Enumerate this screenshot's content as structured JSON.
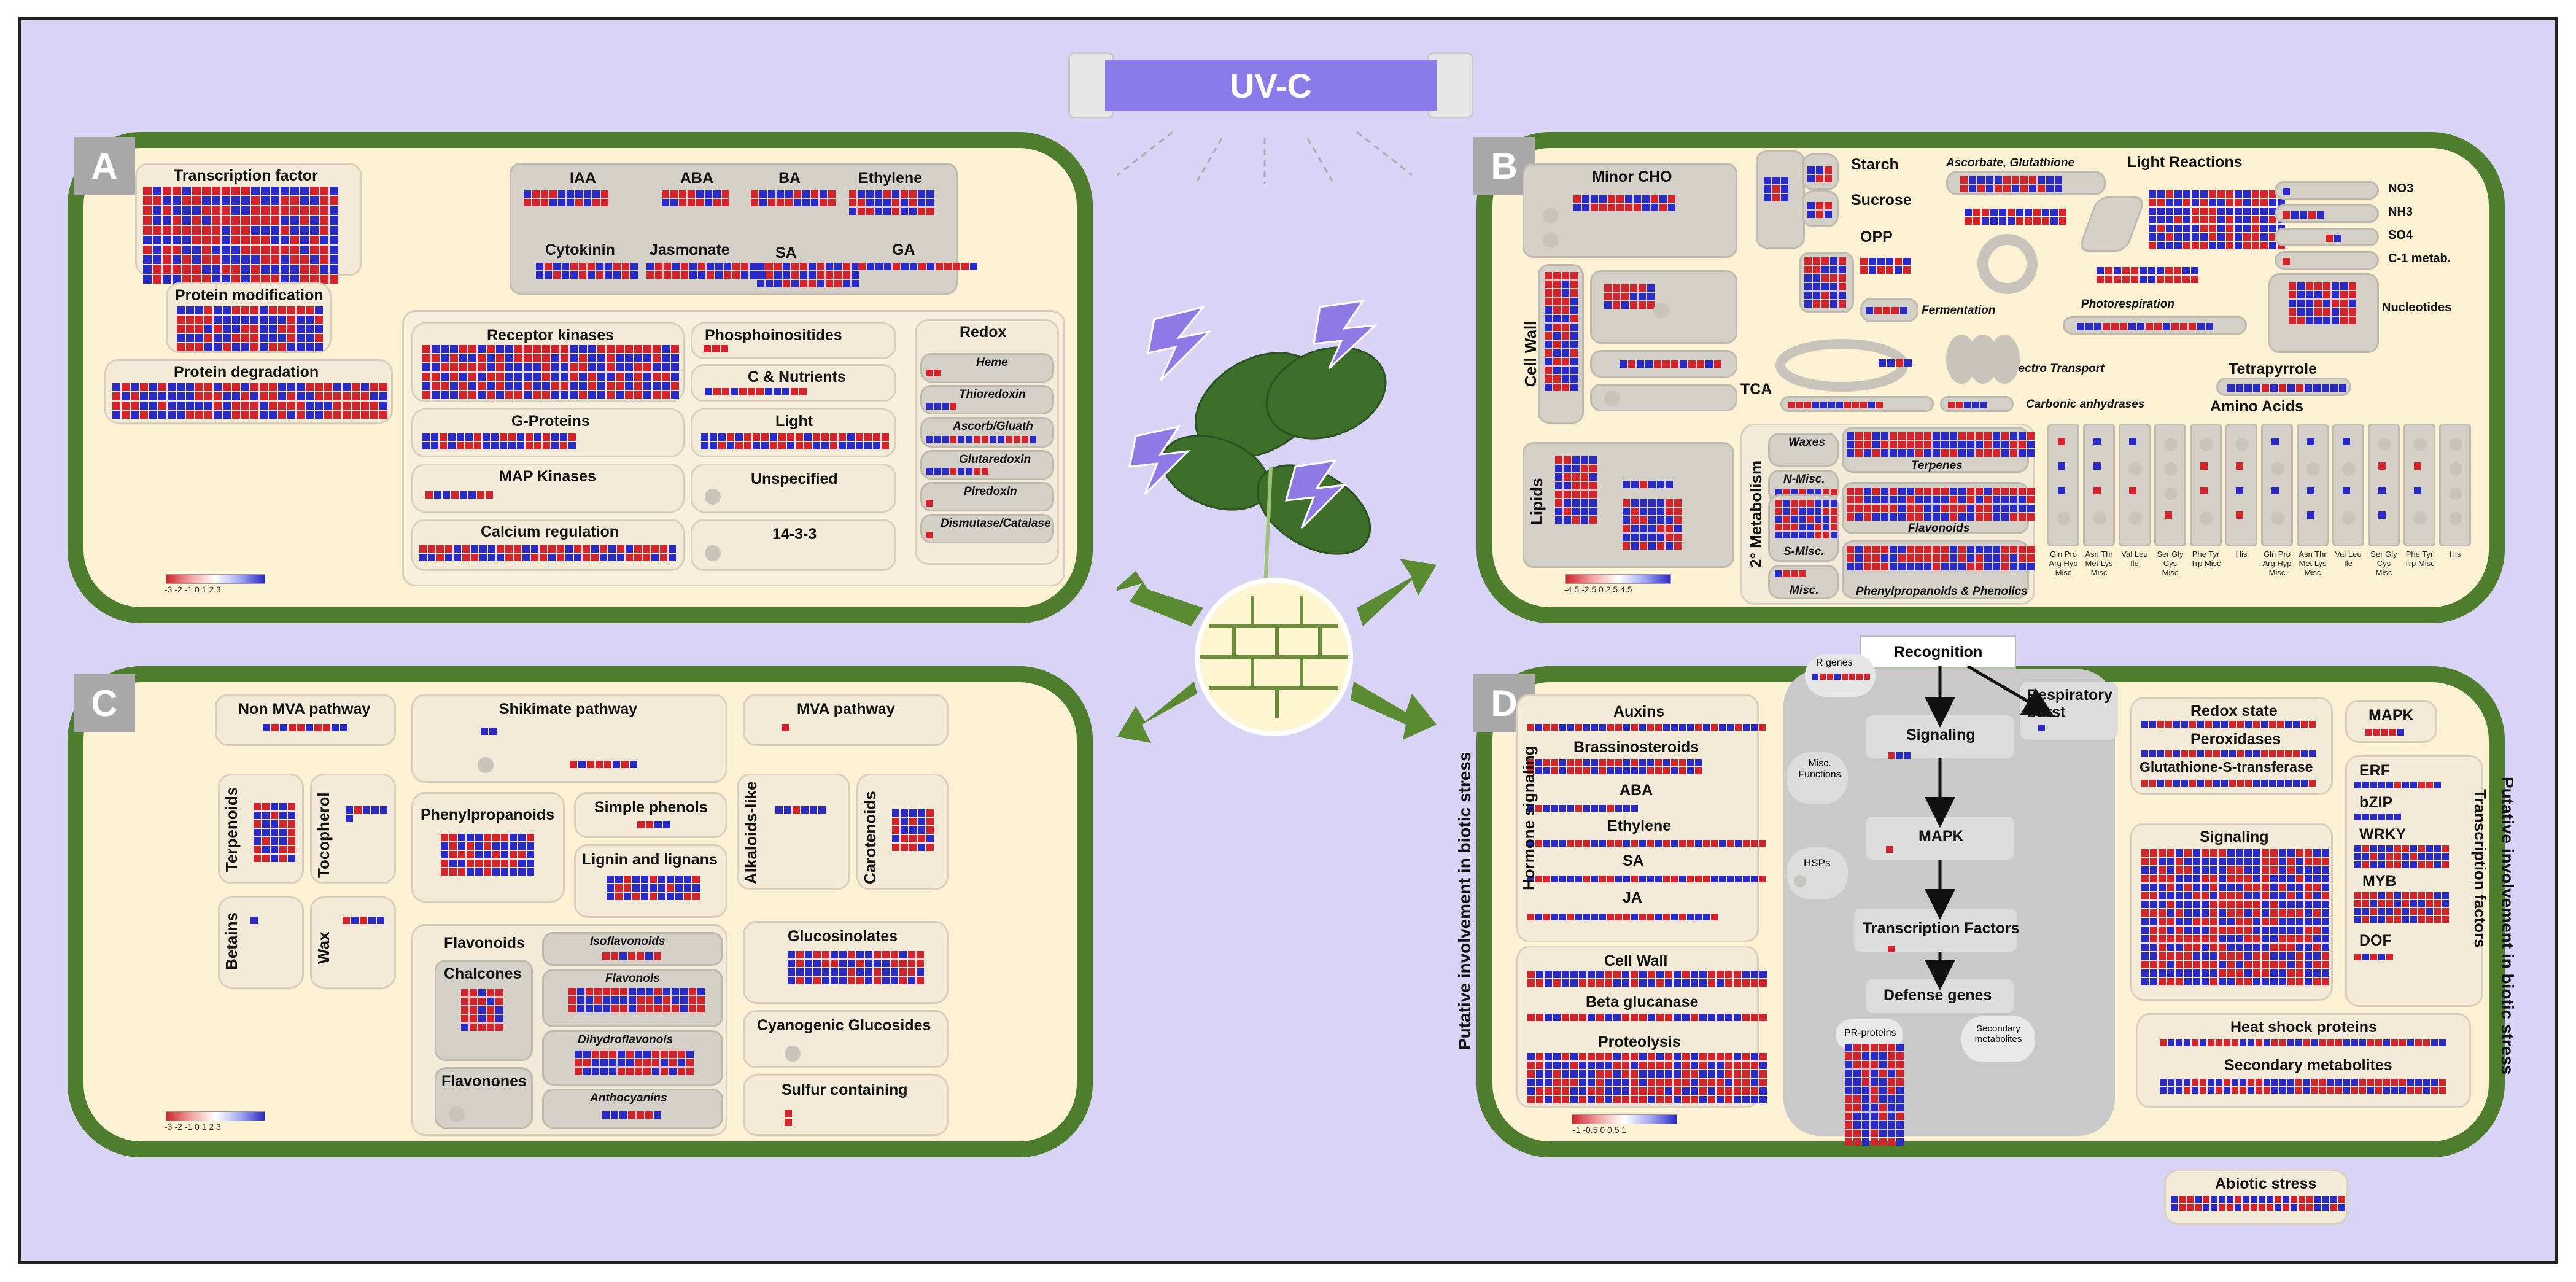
{
  "lamp": {
    "label": "UV-C"
  },
  "panels": {
    "a": "A",
    "b": "B",
    "c": "C",
    "d": "D"
  },
  "colors": {
    "up": "#2a2ac4",
    "down": "#d1242c",
    "panel_bg": "#fdf1d3",
    "panel_border": "#4e7d2e",
    "page_bg": "#d9d3f5"
  },
  "panel_a": {
    "transcription_factor": "Transcription factor",
    "protein_modification": "Protein modification",
    "protein_degradation": "Protein degradation",
    "hormones": [
      "IAA",
      "ABA",
      "BA",
      "Ethylene",
      "Cytokinin",
      "Jasmonate",
      "SA",
      "GA"
    ],
    "receptor_kinases": "Receptor kinases",
    "phosphoinositides": "Phosphoinositides",
    "c_nutrients": "C & Nutrients",
    "g_proteins": "G-Proteins",
    "light": "Light",
    "map_kinases": "MAP Kinases",
    "unspecified": "Unspecified",
    "calcium_regulation": "Calcium regulation",
    "protein_1433": "14-3-3",
    "redox": "Redox",
    "redox_items": [
      "Heme",
      "Thioredoxin",
      "Ascorb/Gluath",
      "Glutaredoxin",
      "Piredoxin",
      "Dismutase/Catalase"
    ],
    "legend_ticks": "-3 -2 -1 0 1 2 3"
  },
  "panel_b": {
    "minor_cho": "Minor CHO",
    "starch": "Starch",
    "sucrose": "Sucrose",
    "opp": "OPP",
    "ascorbate": "Ascorbate, Glutathione",
    "light_reactions": "Light Reactions",
    "no3": "NO3",
    "nh3": "NH3",
    "so4": "SO4",
    "c1": "C-1 metab.",
    "fermentation": "Fermentation",
    "photorespiration": "Photorespiration",
    "nucleotides": "Nucleotides",
    "cell_wall": "Cell Wall",
    "mito": "Mito. Electro Transport",
    "tetrapyrrole": "Tetrapyrrole",
    "tca": "TCA",
    "carbonic": "Carbonic anhydrases",
    "amino_acids": "Amino Acids",
    "lipids": "Lipids",
    "secondary": "2° Metabolism",
    "waxes": "Waxes",
    "terpenes": "Terpenes",
    "n_misc": "N-Misc.",
    "flavonoids": "Flavonoids",
    "s_misc": "S-Misc.",
    "misc": "Misc.",
    "phenylpropanoids": "Phenylpropanoids & Phenolics",
    "aa_cols": [
      "Gln Pro Arg Hyp Misc",
      "Asn Thr Met Lys Misc",
      "Val Leu Ile",
      "Ser Gly Cys Misc",
      "Phe Tyr Trp Misc",
      "His",
      "Gln Pro Arg Hyp Misc",
      "Asn Thr Met Lys Misc",
      "Val Leu Ile",
      "Ser Gly Cys Misc",
      "Phe Tyr Trp Misc",
      "His"
    ],
    "legend_ticks": "-4.5 -2.5 0 2.5 4.5"
  },
  "panel_c": {
    "non_mva": "Non MVA pathway",
    "shikimate": "Shikimate pathway",
    "mva": "MVA pathway",
    "terpenoids": "Terpenoids",
    "tocopherol": "Tocopherol",
    "phenylpropanoids": "Phenylpropanoids",
    "simple_phenols": "Simple phenols",
    "lignin": "Lignin and lignans",
    "alkaloids": "Alkaloids-like",
    "carotenoids": "Carotenoids",
    "betains": "Betains",
    "wax": "Wax",
    "flavonoids": "Flavonoids",
    "isoflavonoids": "Isoflavonoids",
    "chalcones": "Chalcones",
    "flavonols": "Flavonols",
    "dihydroflavonols": "Dihydroflavonols",
    "flavonones": "Flavonones",
    "anthocyanins": "Anthocyanins",
    "glucosinolates": "Glucosinolates",
    "cyanogenic": "Cyanogenic Glucosides",
    "sulfur": "Sulfur containing",
    "legend_ticks": "-3 -2 -1 0 1 2 3"
  },
  "panel_d": {
    "recognition": "Recognition",
    "r_genes": "R genes",
    "respiratory_burst": "Respiratory burst",
    "signaling": "Signaling",
    "misc_functions": "Misc. Functions",
    "mapk_flow": "MAPK",
    "hsps": "HSPs",
    "tf": "Transcription Factors",
    "defense": "Defense genes",
    "pr": "PR-proteins",
    "secondary_met": "Secondary metabolites",
    "auxins": "Auxins",
    "brassinosteroids": "Brassinosteroids",
    "aba": "ABA",
    "ethylene": "Ethylene",
    "sa": "SA",
    "ja": "JA",
    "hormone_signaling": "Hormone signaling",
    "cell_wall": "Cell Wall",
    "beta_glucanase": "Beta glucanase",
    "proteolysis": "Proteolysis",
    "redox_state": "Redox state",
    "peroxidases": "Peroxidases",
    "gst": "Glutathione-S-transferase",
    "signaling_box": "Signaling",
    "mapk": "MAPK",
    "erf": "ERF",
    "bzip": "bZIP",
    "wrky": "WRKY",
    "myb": "MYB",
    "dof": "DOF",
    "tf_side": "Transcription factors",
    "heat_shock": "Heat shock proteins",
    "secondary_metabolites": "Secondary metabolites",
    "biotic_left": "Putative involvement in biotic stress",
    "biotic_right": "Putative involvement in biotic stress",
    "abiotic": "Abiotic stress",
    "legend_ticks": "-1 -0.5 0 0.5 1"
  }
}
